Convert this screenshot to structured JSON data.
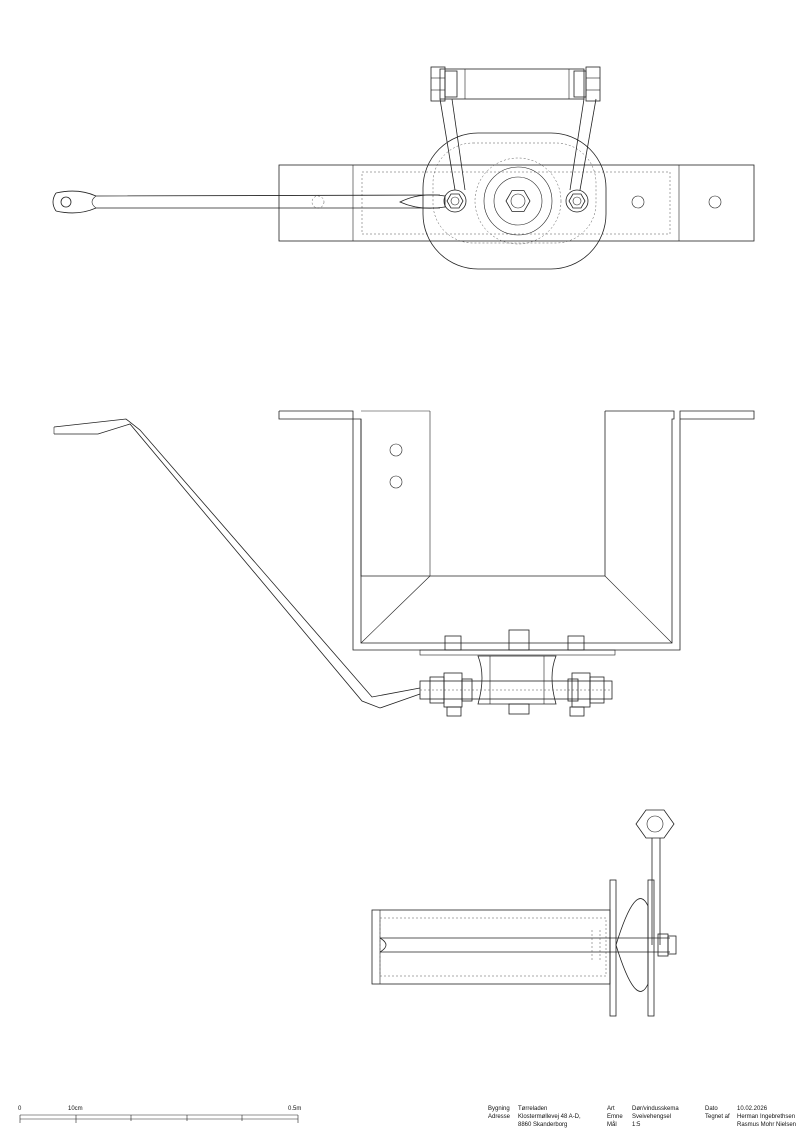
{
  "title_block": {
    "building_label": "Bygning",
    "building_value": "Tørreladen",
    "address_label": "Adresse",
    "address_line1": "Klostermøllevej 48 A-D,",
    "address_line2": "8860 Skanderborg",
    "type_label": "Art",
    "type_value": "Dør/vindusskema",
    "subject_label": "Emne",
    "subject_value": "Sveivehengsel",
    "scale_label": "Mål",
    "scale_value": "1:5",
    "date_label": "Dato",
    "date_value": "10.02.2026",
    "drawn_label": "Tegnet af",
    "drawn_by_1": "Herman Ingebrethsen",
    "drawn_by_2": "Rasmus Mohr Nielsen"
  },
  "scale_bar": {
    "label_start": "0",
    "label_mid": "10cm",
    "label_end": "0.5m"
  }
}
